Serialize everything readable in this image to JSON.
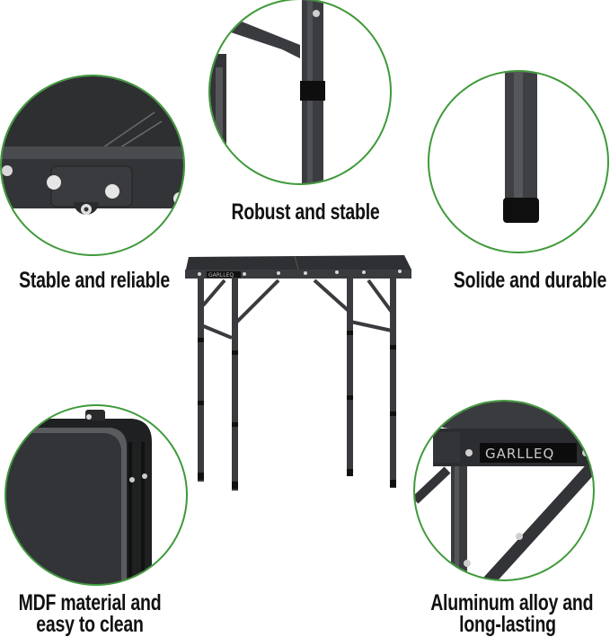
{
  "product": {
    "brand": "GARLLEQ",
    "type": "folding table"
  },
  "features": [
    {
      "id": "top-left",
      "caption": "Stable and reliable",
      "detail": "hinge-lock-closeup"
    },
    {
      "id": "top-center",
      "caption": "Robust and stable",
      "detail": "leg-joint-closeup"
    },
    {
      "id": "top-right",
      "caption": "Solide and durable",
      "detail": "leg-foot-cap-closeup"
    },
    {
      "id": "bottom-left",
      "caption_lines": [
        "MDF material and",
        "easy to clean"
      ],
      "detail": "folded-tabletop-closeup"
    },
    {
      "id": "bottom-right",
      "caption_lines": [
        "Aluminum alloy and",
        "long-lasting"
      ],
      "detail": "frame-brand-plate-closeup"
    }
  ],
  "colors": {
    "circle_border": "#3f9a3a",
    "metal_dark": "#2b2c2e",
    "metal_mid": "#3d3e41",
    "background": "#ffffff",
    "text": "#111111"
  }
}
